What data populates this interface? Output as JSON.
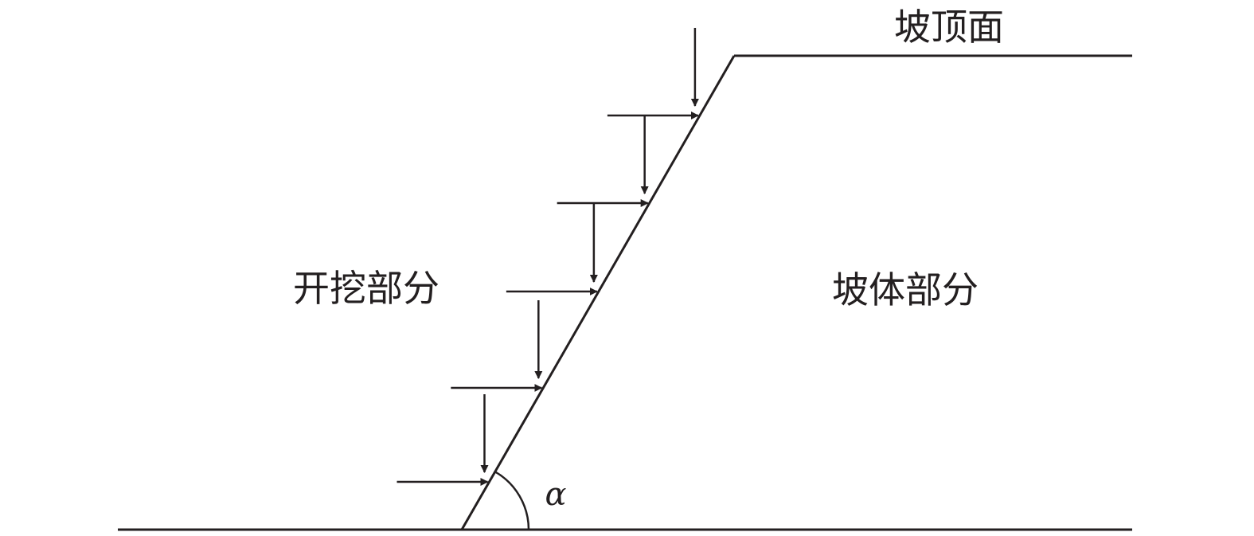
{
  "labels": {
    "slope_top": "坡顶面",
    "excavation_part": "开挖部分",
    "slope_body_part": "坡体部分",
    "angle_symbol": "α"
  },
  "colors": {
    "stroke": "#231f20",
    "background": "#ffffff"
  },
  "arrow_pairs": {
    "count": 5,
    "directions": [
      "horizontal-right",
      "vertical-down"
    ]
  }
}
